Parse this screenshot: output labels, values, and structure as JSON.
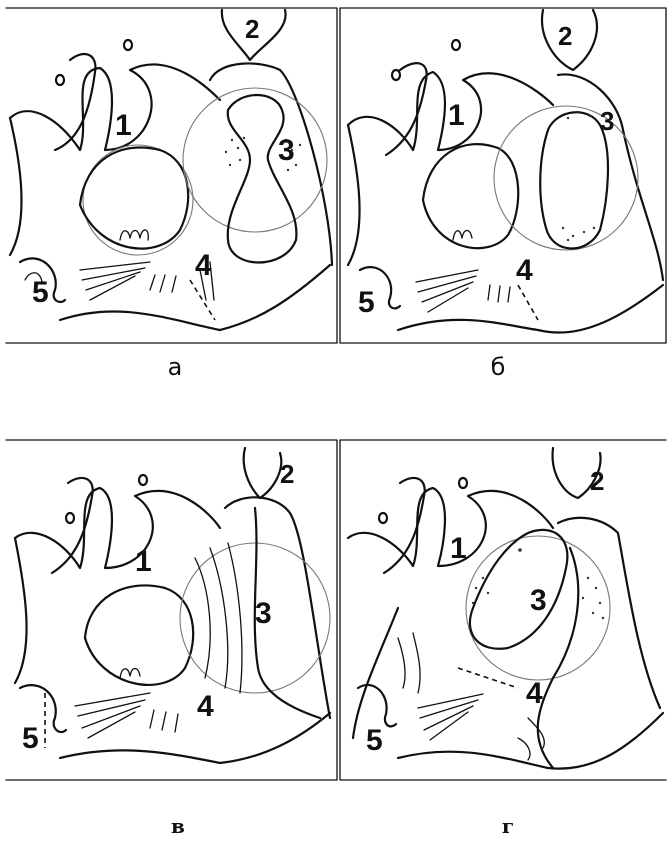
{
  "panels": [
    {
      "caption": "а",
      "labels": {
        "one": "1",
        "two": "2",
        "three": "3",
        "four": "4",
        "five": "5"
      }
    },
    {
      "caption": "б",
      "labels": {
        "one": "1",
        "two": "2",
        "three": "3",
        "four": "4",
        "five": "5"
      }
    },
    {
      "caption": "в",
      "labels": {
        "one": "1",
        "two": "2",
        "three": "3",
        "four": "4",
        "five": "5"
      }
    },
    {
      "caption": "г",
      "labels": {
        "one": "1",
        "two": "2",
        "three": "3",
        "four": "4",
        "five": "5"
      }
    }
  ]
}
